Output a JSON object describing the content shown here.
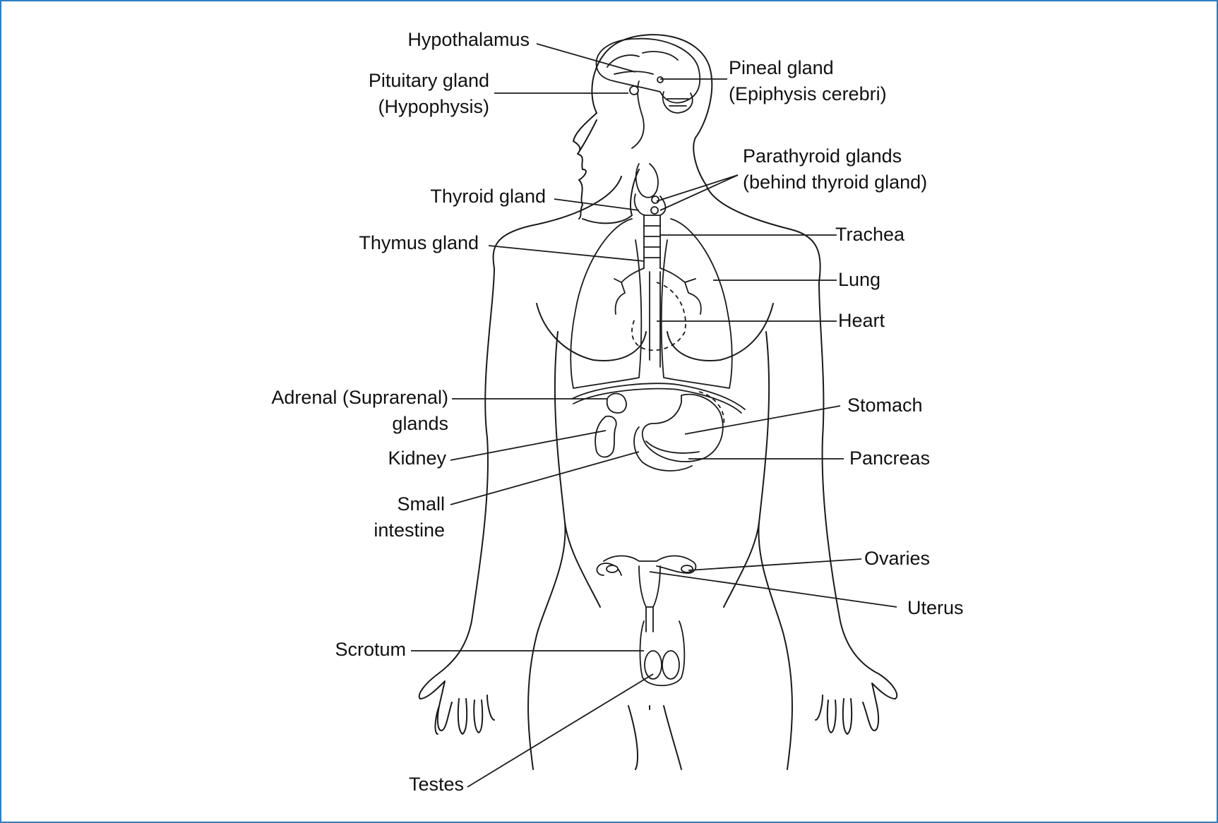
{
  "colors": {
    "frame": "#2f7fc0",
    "line": "#1a1a1a",
    "text": "#111111"
  },
  "labels": {
    "hypothalamus": "Hypothalamus",
    "pituitary_1": "Pituitary gland",
    "pituitary_2": "(Hypophysis)",
    "pineal_1": "Pineal gland",
    "pineal_2": "(Epiphysis cerebri)",
    "parathyroid_1": "Parathyroid glands",
    "parathyroid_2": "(behind thyroid gland)",
    "thyroid": "Thyroid gland",
    "thymus": "Thymus gland",
    "trachea": "Trachea",
    "lung": "Lung",
    "heart": "Heart",
    "adrenal_1": "Adrenal (Suprarenal)",
    "adrenal_2": "glands",
    "stomach": "Stomach",
    "kidney": "Kidney",
    "pancreas": "Pancreas",
    "small_intestine_1": "Small",
    "small_intestine_2": "intestine",
    "ovaries": "Ovaries",
    "uterus": "Uterus",
    "scrotum": "Scrotum",
    "testes": "Testes"
  }
}
